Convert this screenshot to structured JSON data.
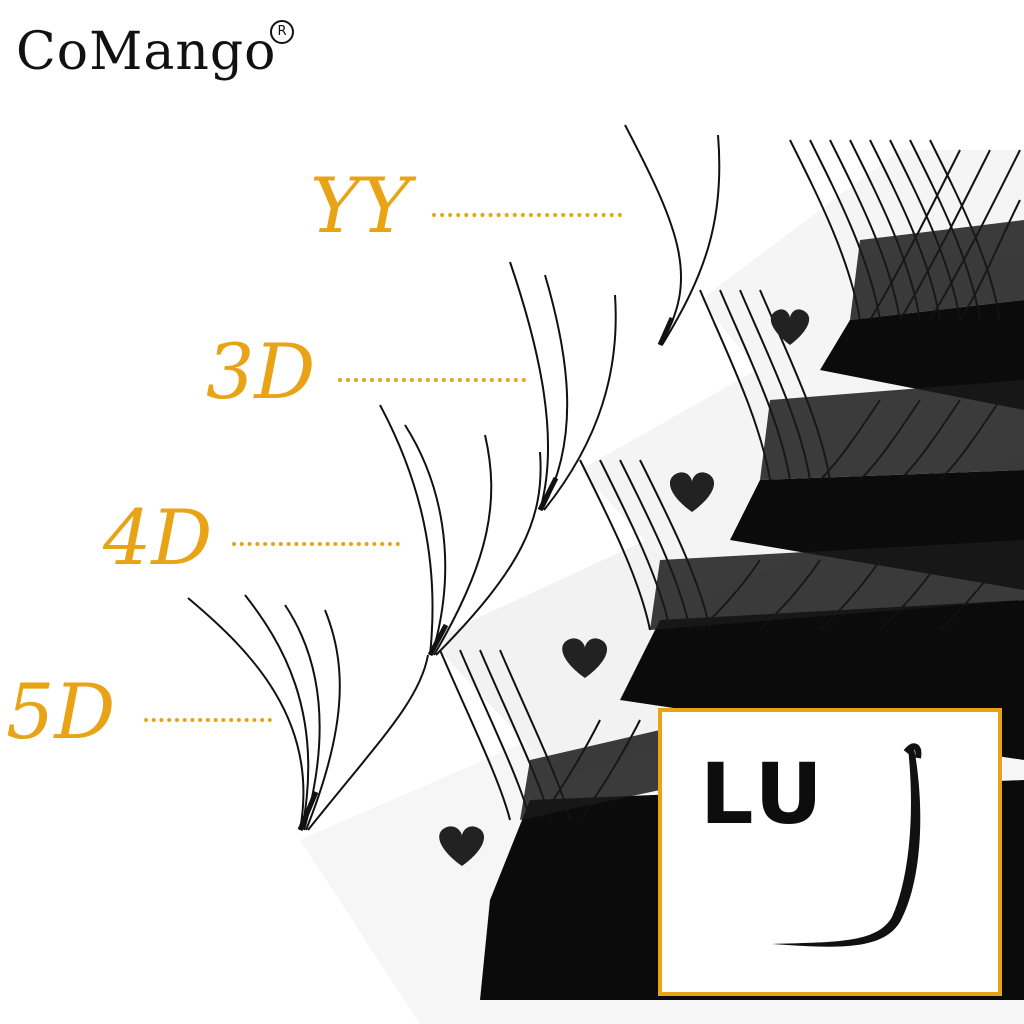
{
  "brand": {
    "name": "CoMango",
    "registered_mark": "R"
  },
  "fan_types": [
    {
      "label": "YY"
    },
    {
      "label": "3D"
    },
    {
      "label": "4D"
    },
    {
      "label": "5D"
    }
  ],
  "curl": {
    "label": "LU"
  },
  "colors": {
    "accent": "#e8a317",
    "lash": "#111111",
    "background": "#ffffff",
    "tray": "#f4f4f4"
  }
}
